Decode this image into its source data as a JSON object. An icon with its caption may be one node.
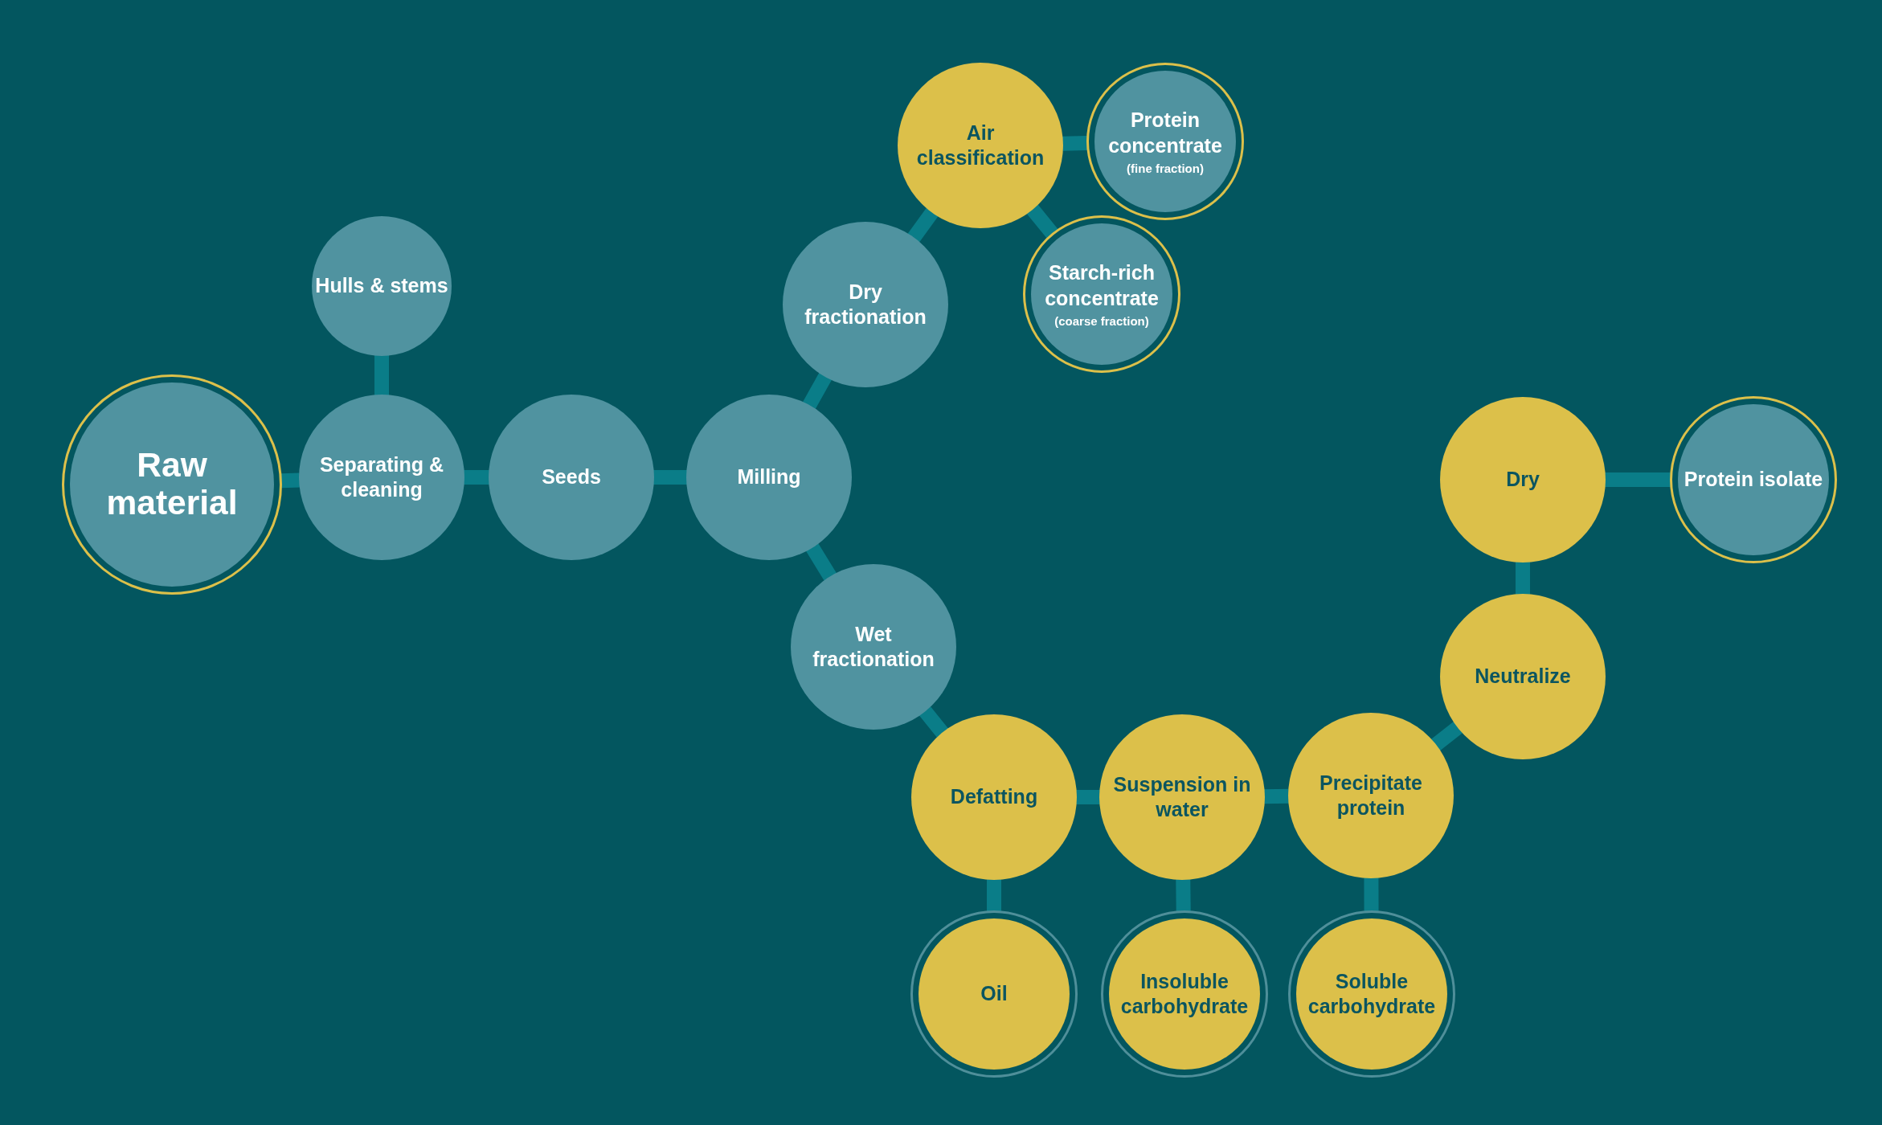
{
  "diagram": {
    "nodes": [
      {
        "text": [
          "Raw material"
        ]
      },
      {
        "text": [
          "Hulls & stems"
        ]
      },
      {
        "text": [
          "Separating & cleaning"
        ]
      },
      {
        "text": [
          "Seeds"
        ]
      },
      {
        "text": [
          "Milling"
        ]
      },
      {
        "text": [
          "Dry fractionation"
        ]
      },
      {
        "text": [
          "Air classification"
        ]
      },
      {
        "text": [
          "Protein concentrate",
          "(fine fraction)"
        ]
      },
      {
        "text": [
          "Starch-rich concentrate",
          "(coarse fraction)"
        ]
      },
      {
        "text": [
          "Wet fractionation"
        ]
      },
      {
        "text": [
          "Defatting"
        ]
      },
      {
        "text": [
          "Suspension in water"
        ]
      },
      {
        "text": [
          "Precipitate protein"
        ]
      },
      {
        "text": [
          "Neutralize"
        ]
      },
      {
        "text": [
          "Dry"
        ]
      },
      {
        "text": [
          "Protein isolate"
        ]
      },
      {
        "text": [
          "Oil"
        ]
      },
      {
        "text": [
          "Insoluble carbohydrate"
        ]
      },
      {
        "text": [
          "Soluble carbohydrate"
        ]
      }
    ],
    "edges": [
      {
        "from": 0,
        "to": 2,
        "arrow": "none"
      },
      {
        "from": 1,
        "to": 2,
        "arrow": "none"
      },
      {
        "from": 2,
        "to": 3,
        "arrow": "none"
      },
      {
        "from": 3,
        "to": 4,
        "arrow": "none"
      },
      {
        "from": 4,
        "to": 5,
        "arrow": "none"
      },
      {
        "from": 5,
        "to": 6,
        "arrow": "none"
      },
      {
        "from": 6,
        "to": 7,
        "arrow": "none"
      },
      {
        "from": 6,
        "to": 8,
        "arrow": "none"
      },
      {
        "from": 4,
        "to": 9,
        "arrow": "none"
      },
      {
        "from": 9,
        "to": 10,
        "arrow": "none"
      },
      {
        "from": 10,
        "to": 16,
        "arrow": "none"
      },
      {
        "from": 10,
        "to": 11,
        "arrow": "none"
      },
      {
        "from": 11,
        "to": 17,
        "arrow": "none"
      },
      {
        "from": 11,
        "to": 12,
        "arrow": "none"
      },
      {
        "from": 12,
        "to": 18,
        "arrow": "none"
      },
      {
        "from": 12,
        "to": 13,
        "arrow": "none"
      },
      {
        "from": 13,
        "to": 14,
        "arrow": "none"
      },
      {
        "from": 14,
        "to": 15,
        "arrow": "none"
      }
    ]
  }
}
